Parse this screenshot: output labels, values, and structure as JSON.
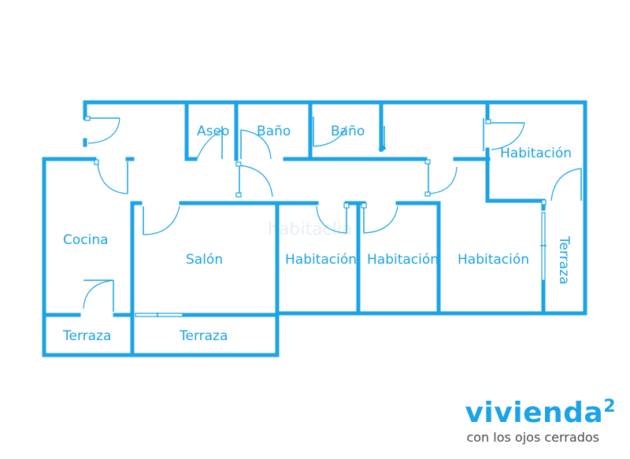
{
  "rooms": {
    "aseo": "Aseo",
    "bano_1": "Baño",
    "bano_2": "Baño",
    "habitacion_top_right": "Habitación",
    "cocina": "Cocina",
    "salon": "Salón",
    "habitacion_1": "Habitación",
    "habitacion_2": "Habitación",
    "habitacion_3": "Habitación",
    "terraza_right": "Terraza",
    "terraza_cocina": "Terraza",
    "terraza_salon": "Terraza"
  },
  "watermark": "habitaclia",
  "brand": {
    "name": "vivienda",
    "superscript": "2",
    "tagline": "con los ojos cerrados"
  },
  "colors": {
    "walls": "#1ba3e6",
    "labels": "#1ba3e6",
    "tagline": "#4a4a4a"
  }
}
